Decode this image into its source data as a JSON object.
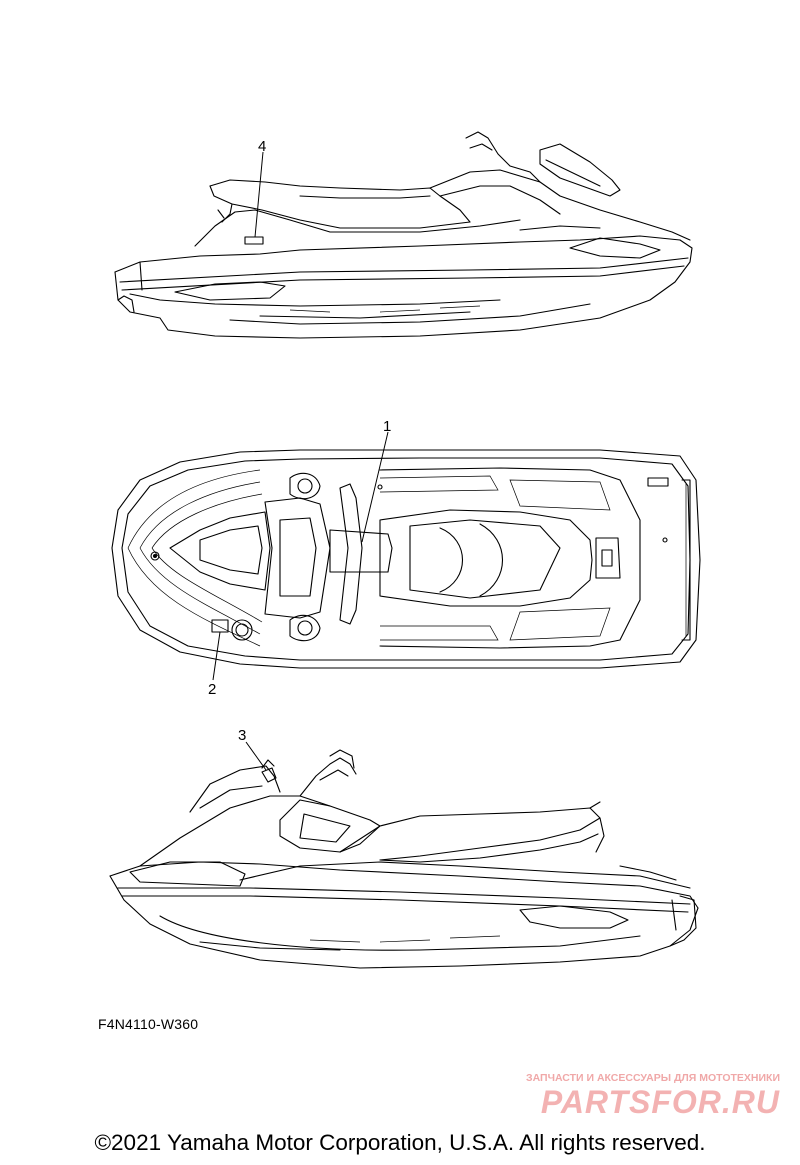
{
  "diagram": {
    "callouts": [
      {
        "id": "1",
        "label": "1"
      },
      {
        "id": "2",
        "label": "2"
      },
      {
        "id": "3",
        "label": "3"
      },
      {
        "id": "4",
        "label": "4"
      }
    ],
    "code_label": "F4N4110-W360"
  },
  "watermark": {
    "tagline": "ЗАПЧАСТИ И АКСЕССУАРЫ ДЛЯ МОТОТЕХНИКИ",
    "logo": "PARTSFOR.RU"
  },
  "footer": {
    "copyright": "©2021 Yamaha Motor Corporation, U.S.A. All rights reserved."
  }
}
